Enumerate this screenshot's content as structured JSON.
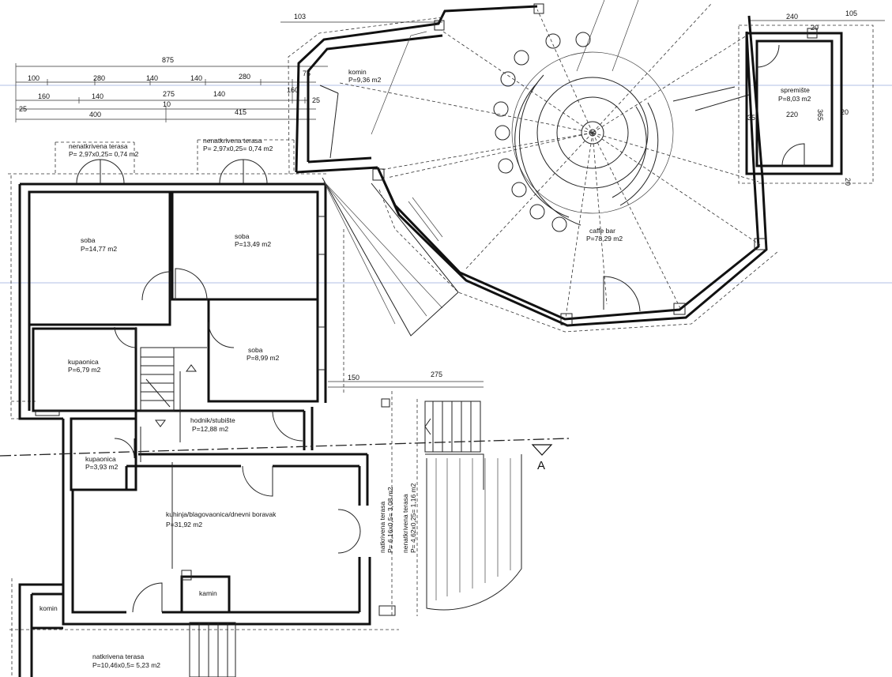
{
  "dimensions": {
    "row1": [
      "875"
    ],
    "row2": [
      "100",
      "280",
      "140",
      "140",
      "280",
      "76"
    ],
    "row3": [
      "160",
      "140",
      "275",
      "140",
      "160"
    ],
    "row4": [
      "25",
      "10",
      "25"
    ],
    "row5": [
      "400",
      "415"
    ],
    "top_center": "103",
    "top_right": [
      "240",
      "105",
      "20"
    ],
    "spremiste": [
      "365",
      "35",
      "220",
      "20",
      "20"
    ],
    "middle": [
      "150",
      "275"
    ]
  },
  "rooms": {
    "komin_top": {
      "name": "komin",
      "area": "P=9,36 m2"
    },
    "caffe_bar": {
      "name": "caffe bar",
      "area": "P=78,29 m2"
    },
    "spremiste": {
      "name": "spremište",
      "area": "P=8,03 m2"
    },
    "terrace_left": {
      "name": "nenatkrivena terasa",
      "area": "P= 2,97x0,25= 0,74 m2"
    },
    "terrace_mid": {
      "name": "nenatkrivena terasa",
      "area": "P= 2,97x0,25= 0,74 m2"
    },
    "soba_1": {
      "name": "soba",
      "area": "P=14,77 m2"
    },
    "soba_2": {
      "name": "soba",
      "area": "P=13,49 m2"
    },
    "soba_3": {
      "name": "soba",
      "area": "P=8,99 m2"
    },
    "kupaonica_1": {
      "name": "kupaonica",
      "area": "P=6,79 m2"
    },
    "hodnik": {
      "name": "hodnik/stubište",
      "area": "P=12,88 m2"
    },
    "kupaonica_2": {
      "name": "kupaonica",
      "area": "P=3,93 m2"
    },
    "kuhinja": {
      "name": "kuhinja/blagovaonica/dnevni boravak",
      "area": "P=31,92 m2"
    },
    "kamin": {
      "name": "kamin"
    },
    "komin_bottom": {
      "name": "komin"
    },
    "terrace_bottom": {
      "name": "natkrivena terasa",
      "area": "P=10,46x0,5= 5,23 m2"
    },
    "terrace_vert_1": {
      "name": "natkrivena terasa",
      "area": "P= 6,16x0,5= 3,08 m2"
    },
    "terrace_vert_2": {
      "name": "nenatkrivena terasa",
      "area": "P= 4,62x0,25= 1,16 m2"
    }
  },
  "section_marker": "A"
}
